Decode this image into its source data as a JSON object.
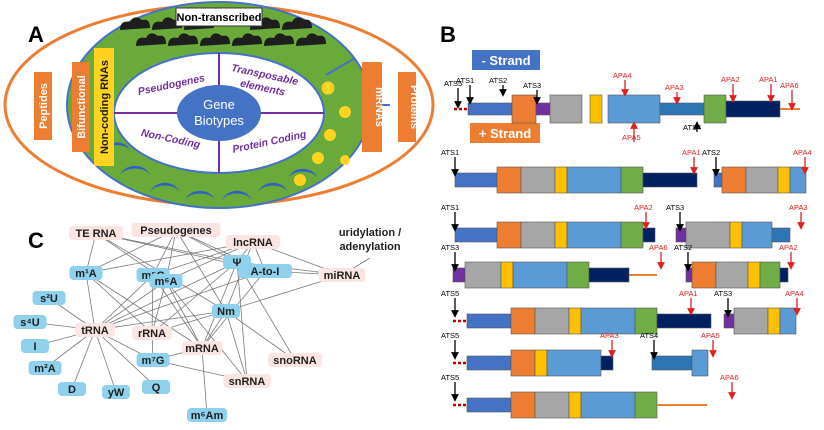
{
  "panels": {
    "a": "A",
    "b": "B",
    "c": "C"
  },
  "panel_a": {
    "center": [
      "Gene",
      "Biotypes"
    ],
    "quadrants": {
      "pseudogenes": "Pseudogenes",
      "transposable": [
        "Transposable",
        "elements"
      ],
      "non_coding": "Non-Coding",
      "protein_coding": "Protein Coding"
    },
    "top_label": "Non-transcribed",
    "left_boxes": {
      "peptides": "Peptides",
      "bifunctional": "Bifunctional",
      "ncrna": "Non-coding  RNAs"
    },
    "right_boxes": {
      "mrnas": "mRNAs",
      "proteins": "Proteins"
    }
  },
  "panel_b": {
    "minus_strand": "- Strand",
    "plus_strand": "+ Strand",
    "ats": [
      "ATS1",
      "ATS2",
      "ATS3",
      "ATS4",
      "ATS5"
    ],
    "apa": [
      "APA1",
      "APA2",
      "APA3",
      "APA4",
      "APA5",
      "APA6"
    ]
  },
  "panel_c": {
    "pink_nodes": [
      "TE RNA",
      "Pseudogenes",
      "lncRNA",
      "miRNA",
      "tRNA",
      "rRNA",
      "mRNA",
      "snoRNA",
      "snRNA"
    ],
    "blue_nodes": [
      "m¹A",
      "m⁵C",
      "m⁶A",
      "Ψ",
      "A-to-I",
      "Nm",
      "m⁷G",
      "s²U",
      "s⁴U",
      "I",
      "m²A",
      "D",
      "yW",
      "Q",
      "m⁶Am"
    ],
    "free_label": [
      "uridylation /",
      "adenylation"
    ]
  },
  "colors": {
    "green": "#6aaa3a",
    "orange": "#ed7d31",
    "blue_box": "#4472c4",
    "purple": "#7030a0",
    "pink_node": "#fbe5e3",
    "blue_node": "#8fd0ec",
    "red_arrow": "#e02020"
  }
}
